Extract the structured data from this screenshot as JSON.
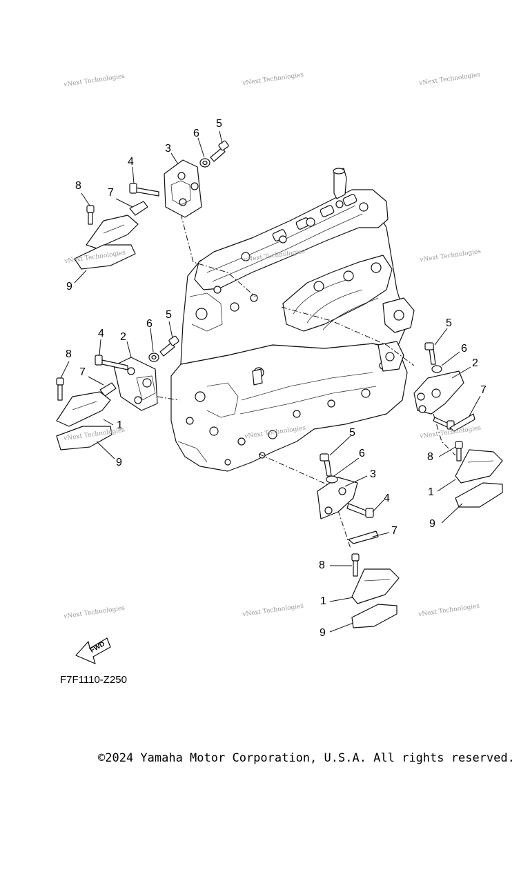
{
  "diagram": {
    "code": "F7F1110-Z250",
    "copyright": "©2024 Yamaha Motor Corporation, U.S.A. All rights reserved.",
    "fwd_label": "FWD",
    "watermark_text": "vNext Technologies",
    "callouts": [
      "5",
      "6",
      "3",
      "4",
      "8",
      "7",
      "9",
      "4",
      "6",
      "5",
      "2",
      "8",
      "7",
      "1",
      "9",
      "5",
      "6",
      "2",
      "7",
      "8",
      "1",
      "9",
      "5",
      "6",
      "3",
      "4",
      "7",
      "8",
      "1",
      "9"
    ]
  },
  "icons": [
    "fwd-arrow-icon"
  ]
}
